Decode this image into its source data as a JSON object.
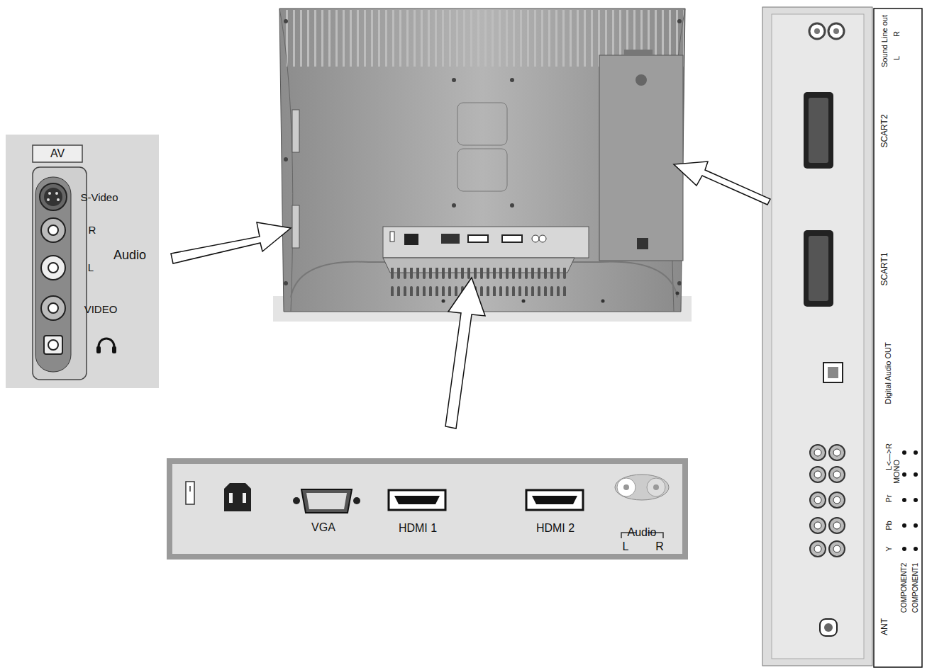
{
  "diagram": {
    "labels": [
      "AV",
      "S-Video",
      "R",
      "Audio",
      "L",
      "VIDEO",
      "VGA",
      "HDMI 1",
      "HDMI 2",
      "Audio",
      "L",
      "R",
      "Sound Line out",
      "L",
      "R",
      "SCART2",
      "SCART1",
      "Digital Audio OUT",
      "L<—>R",
      "MONO",
      "Pr",
      "Pb",
      "Y",
      "COMPONENT2",
      "COMPONENT1",
      "ANT"
    ]
  }
}
